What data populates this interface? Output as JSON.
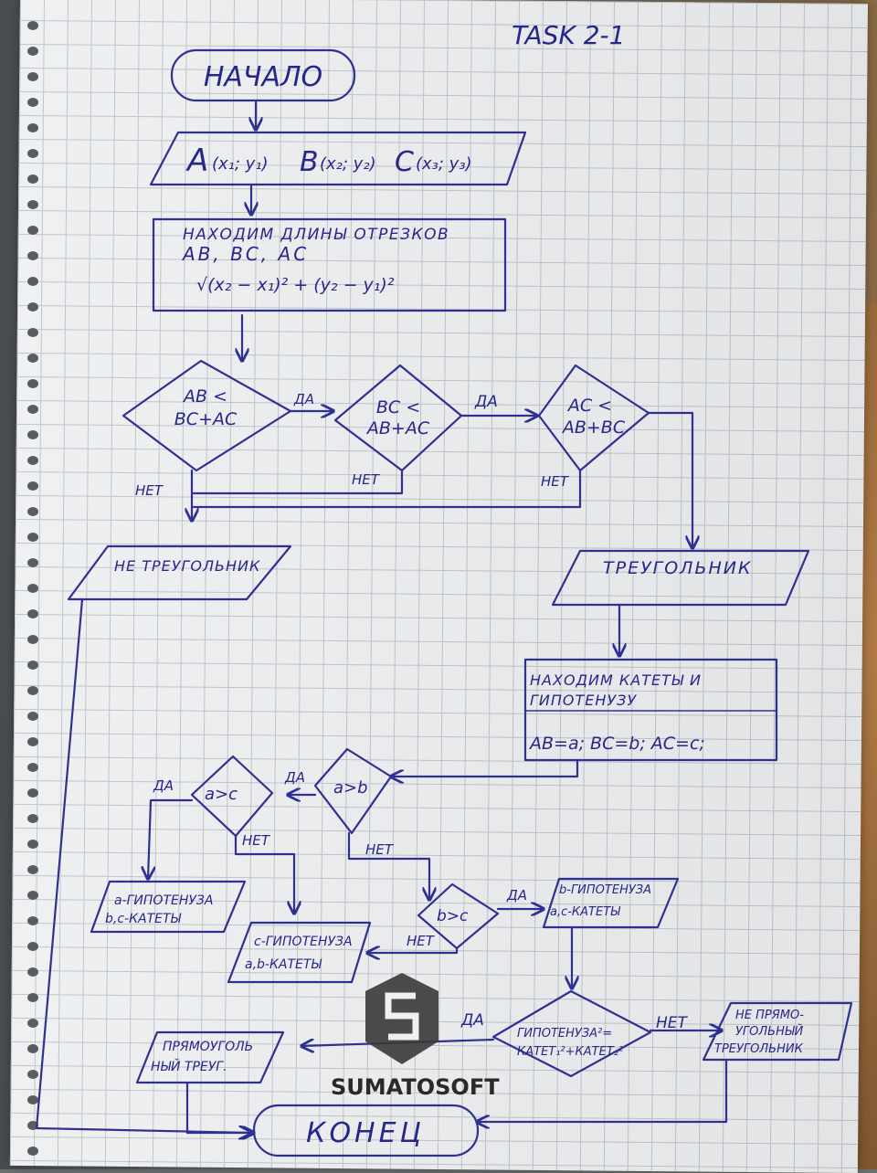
{
  "title": "TASK 2-1",
  "start_label": "НАЧАЛО",
  "input": {
    "a": "A",
    "a_coords": "(x₁; y₁)",
    "b": "B",
    "b_coords": "(x₂; y₂)",
    "c": "C",
    "c_coords": "(x₃; y₃)"
  },
  "process1": {
    "line1": "НАХОДИМ ДЛИНЫ ОТРЕЗКОВ",
    "line2": "AB, BC, AC",
    "formula": "√(x₂ − x₁)² + (y₂ − y₁)²"
  },
  "decision_ab": {
    "line1": "AB <",
    "line2": "BC+AC"
  },
  "decision_bc": {
    "line1": "BC <",
    "line2": "AB+AC"
  },
  "decision_ac": {
    "line1": "AC <",
    "line2": "AB+BC"
  },
  "yes_label": "ДА",
  "no_label": "НЕТ",
  "not_triangle": "НЕ ТРЕУГОЛЬНИК",
  "triangle": "ТРЕУГОЛЬНИК",
  "process2": {
    "line1": "НАХОДИМ КАТЕТЫ И",
    "line2": "ГИПОТЕНУЗУ",
    "line3": "AB=a; BC=b; AC=c;"
  },
  "decision_a_gt_b": "a>b",
  "decision_a_gt_c": "a>c",
  "decision_b_gt_c": "b>c",
  "out_a": {
    "line1": "a-ГИПОТЕНУЗА",
    "line2": "b,c-КАТЕТЫ"
  },
  "out_c": {
    "line1": "c-ГИПОТЕНУЗА",
    "line2": "a,b-КАТЕТЫ"
  },
  "out_b": {
    "line1": "b-ГИПОТЕНУЗА",
    "line2": "a,c-КАТЕТЫ"
  },
  "decision_pyth": {
    "line1": "ГИПОТЕНУЗА²=",
    "line2": "КАТЕТ₁²+КАТЕТ₂²"
  },
  "right_tri": {
    "line1": "ПРЯМОУГОЛЬ",
    "line2": "НЫЙ ТРЕУГ."
  },
  "not_right_tri": {
    "line1": "НЕ ПРЯМО-",
    "line2": "УГОЛЬНЫЙ",
    "line3": "ТРЕУГОЛЬНИК"
  },
  "end_label": "КОНЕЦ",
  "watermark": "SUMATOSOFT",
  "colors": {
    "ink": "#2e3191",
    "paper": "#eef0f2",
    "grid": "#c2c6ca"
  }
}
